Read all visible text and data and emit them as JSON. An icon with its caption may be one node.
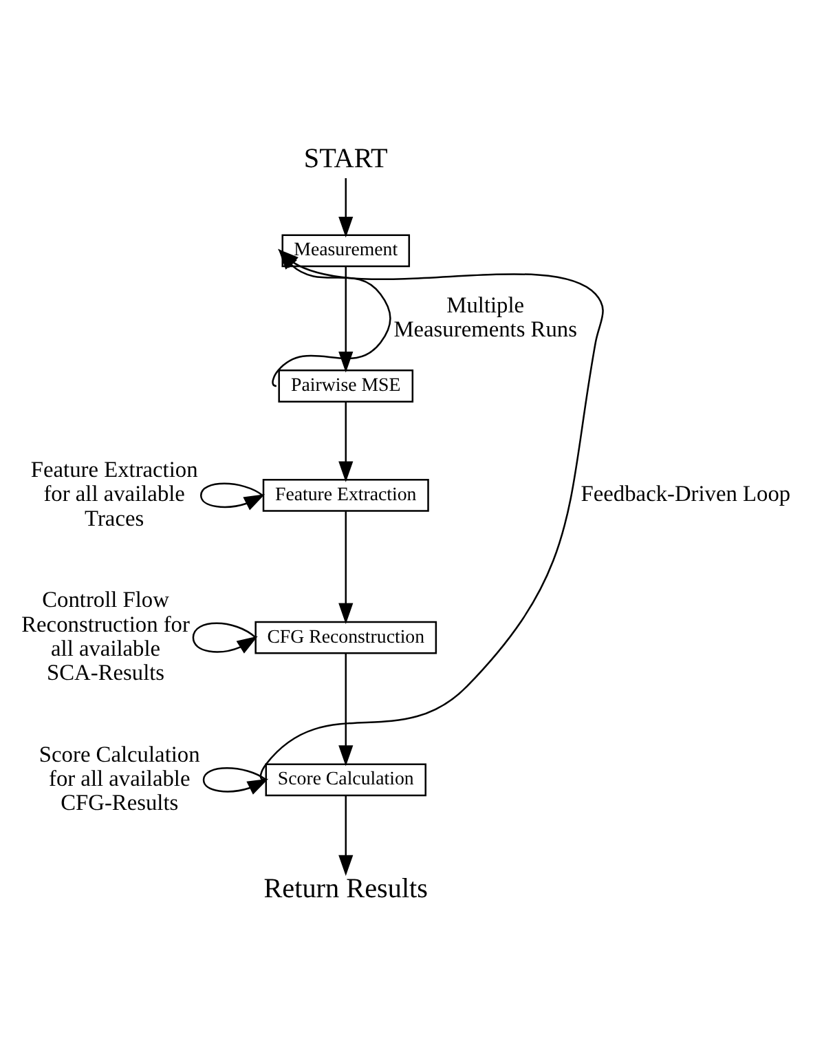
{
  "diagram": {
    "nodes": [
      {
        "text": [
          "START"
        ]
      },
      {
        "text": [
          "Measurement"
        ]
      },
      {
        "text": [
          "Pairwise MSE"
        ]
      },
      {
        "text": [
          "Feature Extraction"
        ]
      },
      {
        "text": [
          "CFG Reconstruction"
        ]
      },
      {
        "text": [
          "Score Calculation"
        ]
      },
      {
        "text": [
          "Return Results"
        ]
      }
    ],
    "edges": [
      {
        "from": 0,
        "to": 1,
        "arrow": "to"
      },
      {
        "from": 1,
        "to": 2,
        "arrow": "to"
      },
      {
        "from": 2,
        "to": 1,
        "arrow": "to",
        "label": "Multiple Measurements Runs"
      },
      {
        "from": 2,
        "to": 3,
        "arrow": "to"
      },
      {
        "from": 3,
        "to": 3,
        "arrow": "to",
        "label": "Feature Extraction for all available Traces"
      },
      {
        "from": 3,
        "to": 4,
        "arrow": "to"
      },
      {
        "from": 4,
        "to": 4,
        "arrow": "to",
        "label": "Controll Flow Reconstruction for all available SCA-Results"
      },
      {
        "from": 4,
        "to": 5,
        "arrow": "to"
      },
      {
        "from": 5,
        "to": 5,
        "arrow": "to",
        "label": "Score Calculation for all available CFG-Results"
      },
      {
        "from": 5,
        "to": 6,
        "arrow": "to"
      },
      {
        "from": 5,
        "to": 1,
        "arrow": "to",
        "label": "Feedback-Driven Loop"
      }
    ]
  }
}
